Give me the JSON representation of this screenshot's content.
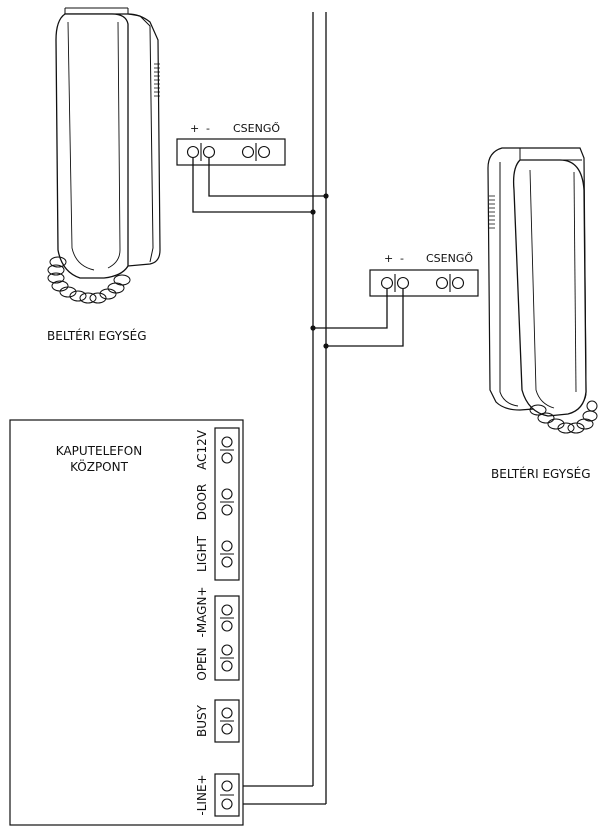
{
  "units": [
    {
      "label": "BELTÉRI EGYSÉG",
      "terminal_labels": {
        "plus": "+",
        "minus": "-",
        "bell": "CSENGŐ"
      }
    },
    {
      "label": "BELTÉRI EGYSÉG",
      "terminal_labels": {
        "plus": "+",
        "minus": "-",
        "bell": "CSENGŐ"
      }
    }
  ],
  "central": {
    "title_line1": "KAPUTELEFON",
    "title_line2": "KÖZPONT",
    "terminals": [
      "AC12V",
      "DOOR",
      "LIGHT",
      "-MAGN+",
      "OPEN",
      "BUSY",
      "-LINE+"
    ]
  },
  "colors": {
    "line": "#111111",
    "handset_fill": "#ffffff"
  }
}
